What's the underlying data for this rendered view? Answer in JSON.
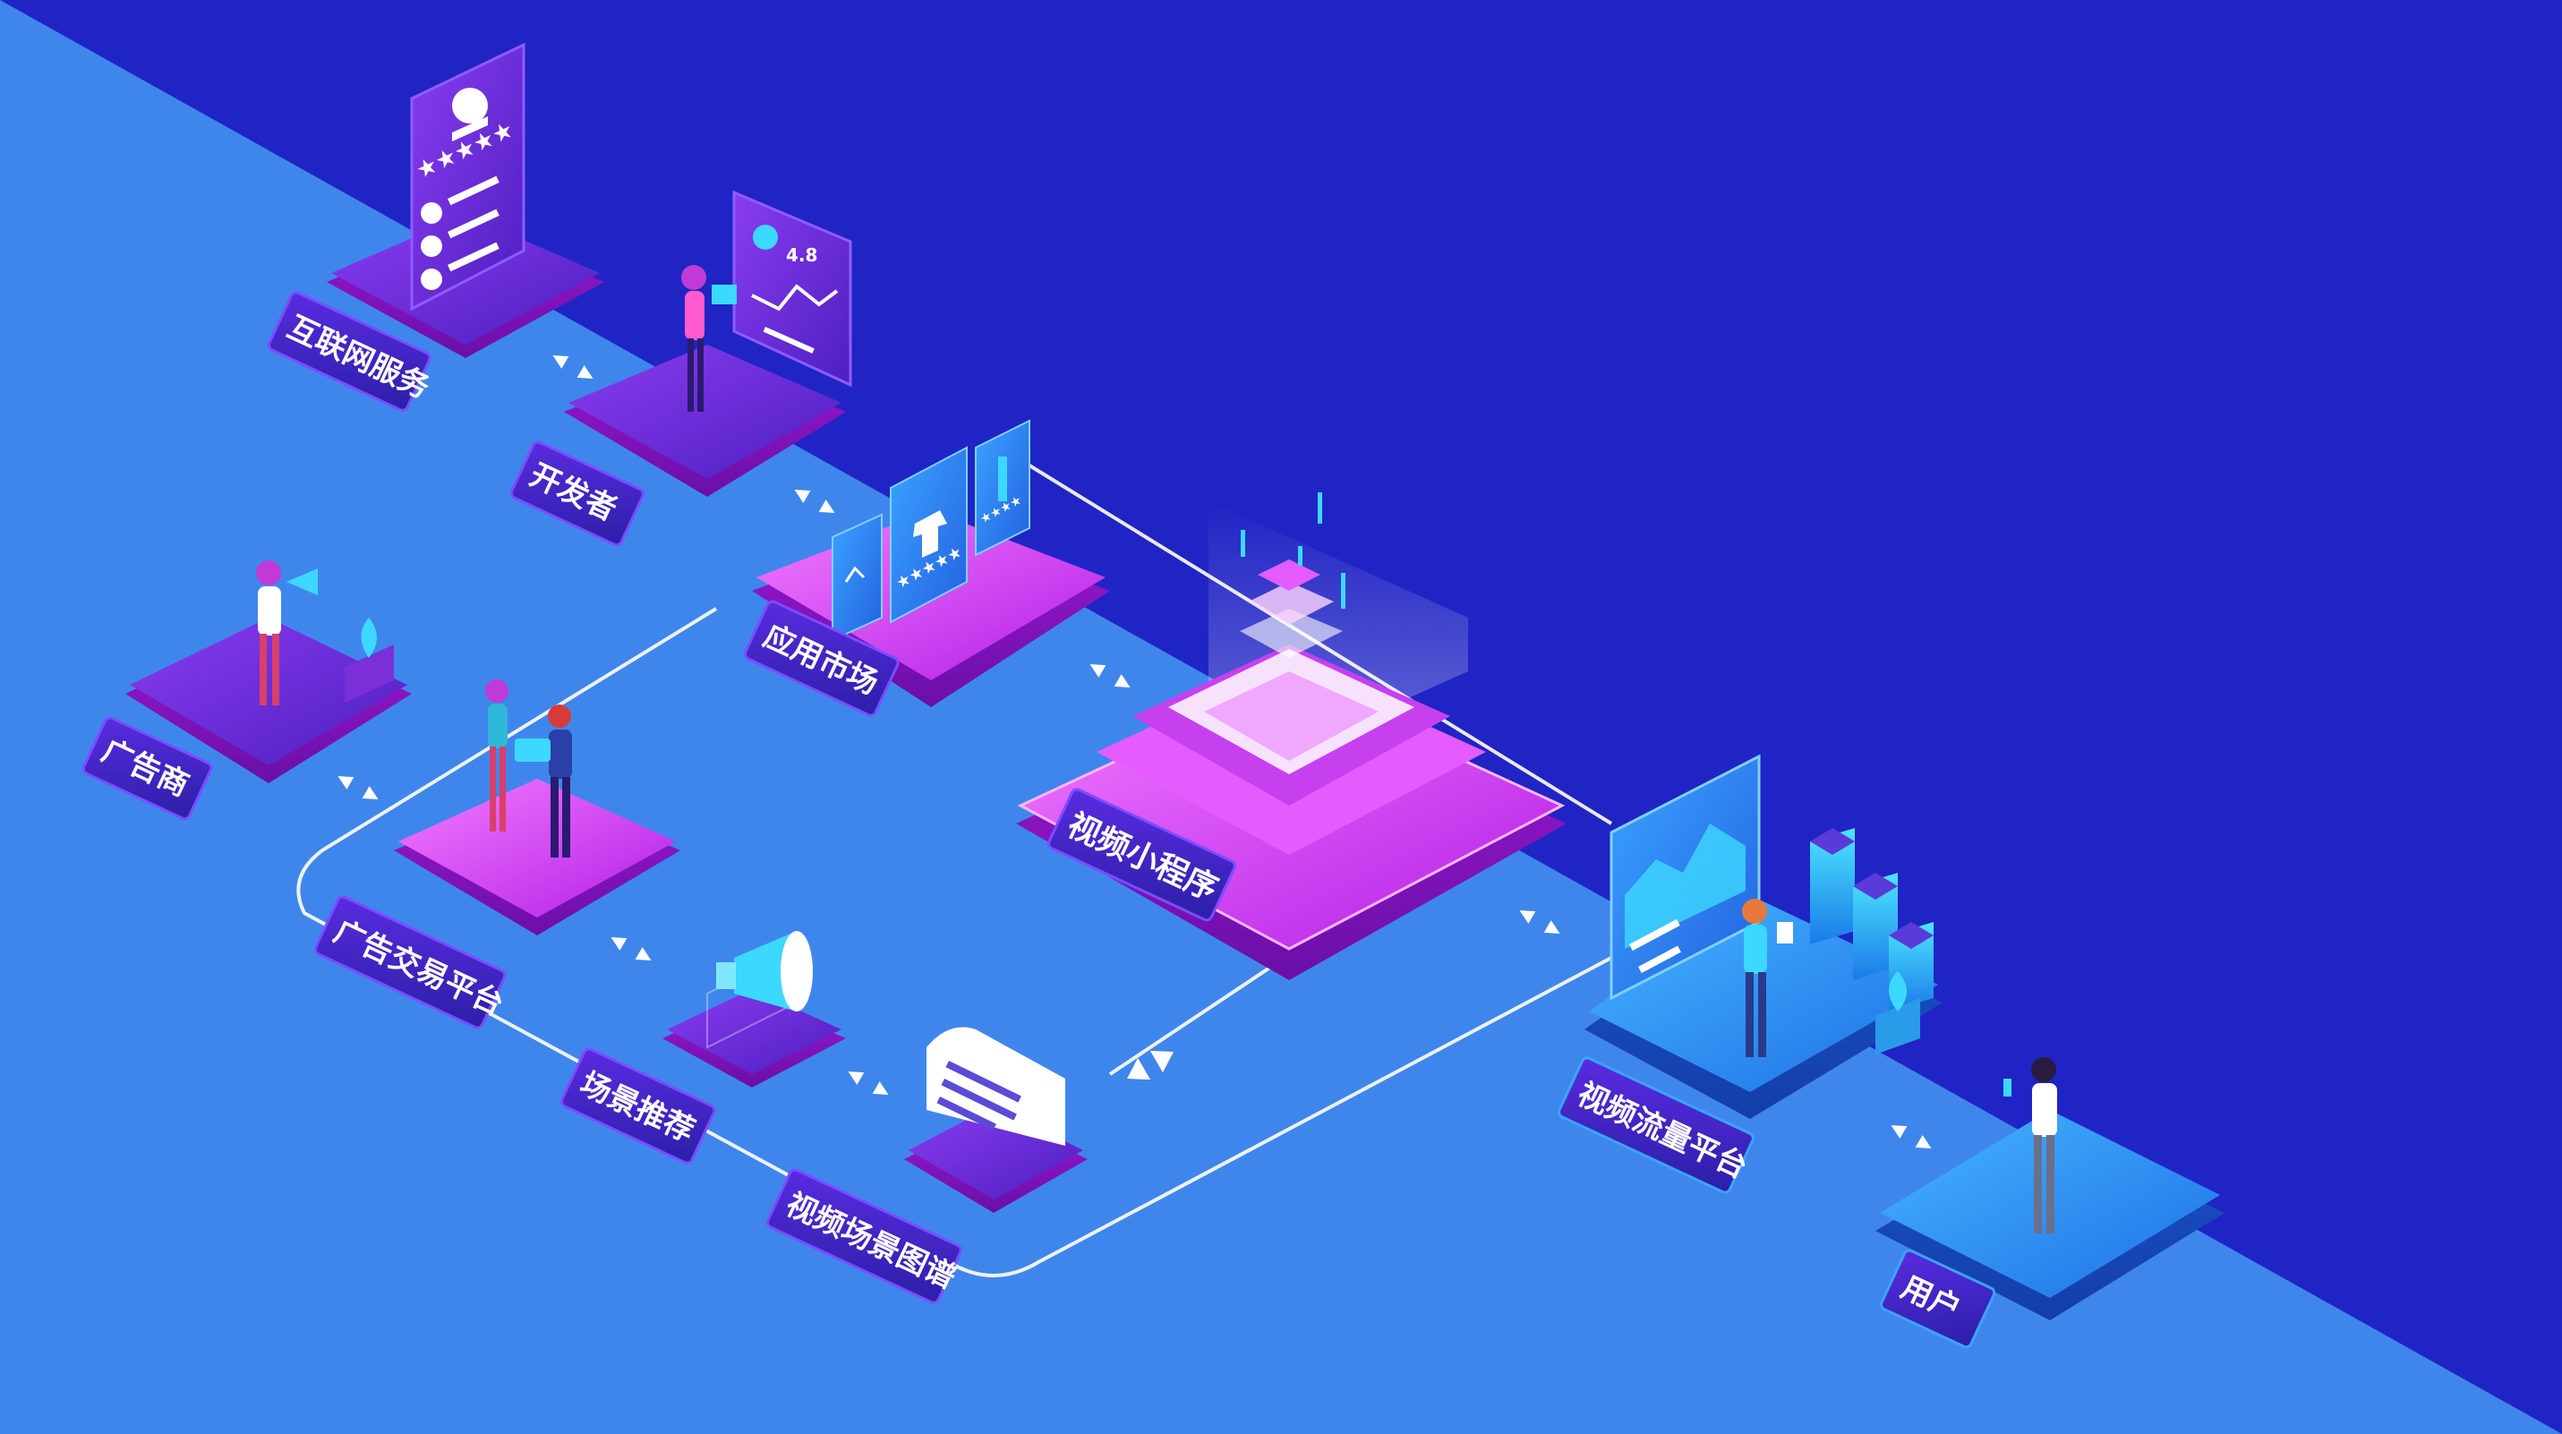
{
  "nodes": {
    "internet_services": "互联网服务",
    "developer": "开发者",
    "app_market": "应用市场",
    "advertiser": "广告商",
    "ad_exchange": "广告交易平台",
    "scene_recommend": "场景推荐",
    "video_scene_graph": "视频场景图谱",
    "video_mini_program": "视频小程序",
    "video_traffic_platform": "视频流量平台",
    "user": "用户"
  },
  "colors": {
    "bg_dark": "#2024c4",
    "bg_light": "#3f86ec",
    "magenta": "#d43cf0",
    "violet": "#6a2bd8",
    "blue": "#2f9cf5"
  },
  "card_values": {
    "rating": "4.8"
  }
}
